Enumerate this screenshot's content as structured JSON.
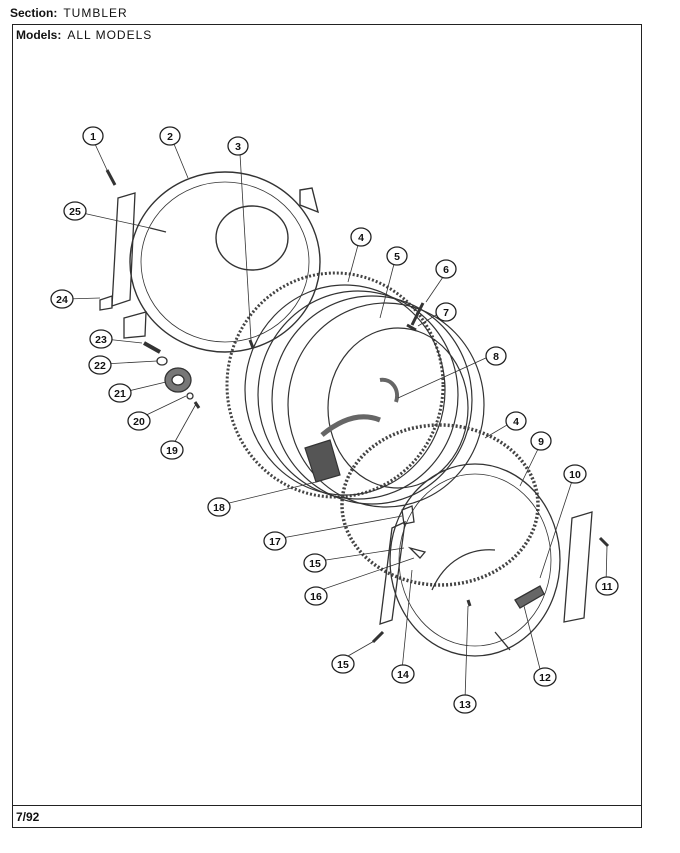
{
  "header": {
    "section_label": "Section:",
    "section_value": "TUMBLER",
    "models_label": "Models:",
    "models_value": "ALL MODELS"
  },
  "footer": {
    "date_code": "7/92"
  },
  "callouts": [
    "1",
    "2",
    "3",
    "4",
    "5",
    "6",
    "7",
    "8",
    "4",
    "9",
    "10",
    "11",
    "12",
    "13",
    "14",
    "15",
    "15",
    "16",
    "17",
    "18",
    "19",
    "20",
    "21",
    "22",
    "23",
    "24",
    "25"
  ]
}
